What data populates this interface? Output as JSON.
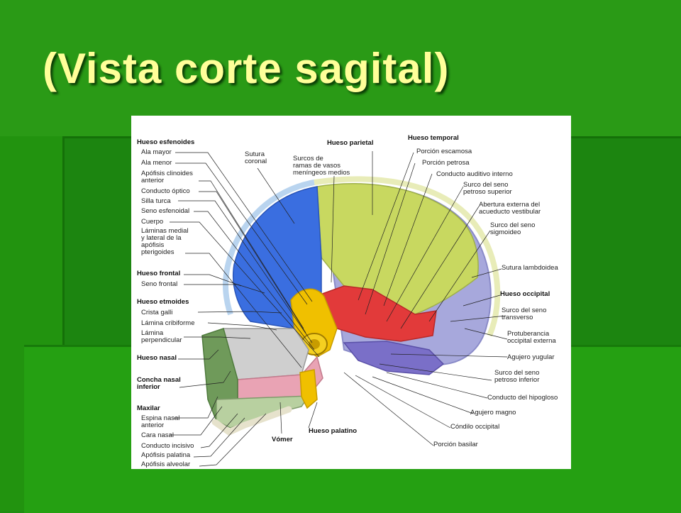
{
  "slide": {
    "title": "(Vista corte sagital)"
  },
  "colors": {
    "background": "#1f8f12",
    "title": "#ffff99",
    "parietal": "#c8d860",
    "frontal": "#3a6ee0",
    "temporal": "#e23a3a",
    "occipital": "#a7a8dc",
    "sphenoid": "#f0c000",
    "nasal": "#6f9a5a",
    "vomer": "#e9a3b4",
    "ethmoid": "#cfcfcf"
  },
  "figure": {
    "labels": {
      "hueso_esfenoides": "Hueso esfenoides",
      "ala_mayor": "Ala mayor",
      "ala_menor": "Ala menor",
      "apofisis_clinoides": "Apófisis clinoides\nanterior",
      "conducto_optico": "Conducto óptico",
      "silla_turca": "Silla turca",
      "seno_esfenoidal": "Seno esfenoidal",
      "cuerpo": "Cuerpo",
      "laminas_medial": "Láminas medial\ny lateral de la\napófisis\npterigoides",
      "hueso_frontal": "Hueso frontal",
      "seno_frontal": "Seno frontal",
      "hueso_etmoides": "Hueso etmoides",
      "crista_galli": "Crista galli",
      "lamina_cribiforme": "Lámina cribiforme",
      "lamina_perpendicular": "Lámina\nperpendicular",
      "hueso_nasal": "Hueso nasal",
      "concha_nasal": "Concha nasal\ninferior",
      "maxilar": "Maxilar",
      "espina_nasal": "Espina nasal\nanterior",
      "cara_nasal": "Cara nasal",
      "conducto_incisivo": "Conducto incisivo",
      "apofisis_palatina": "Apófisis palatina",
      "apofisis_alveolar": "Apófisis alveolar",
      "sutura_coronal": "Sutura\ncoronal",
      "surcos_ramas": "Surcos de\nramas de vasos\nmeníngeos medios",
      "hueso_parietal": "Hueso parietal",
      "hueso_temporal": "Hueso temporal",
      "porcion_escamosa": "Porción escamosa",
      "porcion_petrosa": "Porción petrosa",
      "conducto_auditivo": "Conducto auditivo interno",
      "surco_petroso_sup": "Surco del seno\npetroso superior",
      "abertura_externa": "Abertura externa del\nacueducto vestibular",
      "surco_sigmoideo": "Surco del seno\nsigmoideo",
      "sutura_lambdoidea": "Sutura lambdoidea",
      "hueso_occipital": "Hueso occipital",
      "surco_transverso": "Surco del seno\ntransverso",
      "protuberancia": "Protuberancia\noccipital externa",
      "agujero_yugular": "Agujero yugular",
      "surco_petroso_inf": "Surco del seno\npetroso inferior",
      "conducto_hipogloso": "Conducto del hipogloso",
      "agujero_magno": "Agujero magno",
      "condilo_occipital": "Cóndilo occipital",
      "porcion_basilar": "Porción basilar",
      "hueso_palatino": "Hueso palatino",
      "vomer": "Vómer"
    }
  }
}
